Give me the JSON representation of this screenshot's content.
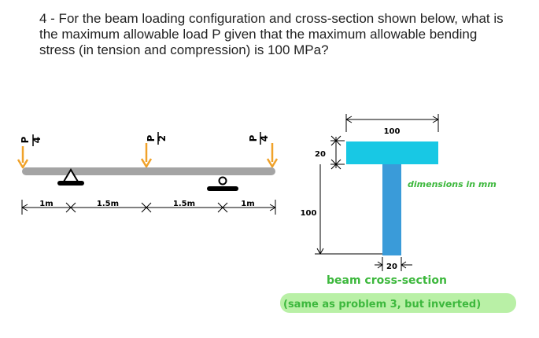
{
  "question": {
    "text": "4 - For the beam loading configuration and cross-section shown below, what is the maximum allowable load P given that the maximum allowable bending stress (in tension and compression) is 100 MPa?"
  },
  "beam": {
    "loads": [
      {
        "num": "P",
        "den": "4"
      },
      {
        "num": "P",
        "den": "2"
      },
      {
        "num": "P",
        "den": "4"
      }
    ],
    "spans": [
      "1m",
      "1.5m",
      "1.5m",
      "1m"
    ]
  },
  "section": {
    "flange_width": "100",
    "flange_thickness": "20",
    "web_height": "100",
    "web_width": "20",
    "units_note": "dimensions in mm",
    "caption": "beam cross-section",
    "note": "(same as problem 3, but inverted)"
  },
  "colors": {
    "beam": "#a4a4a4",
    "load_arrow": "#f0a22a",
    "flange": "#18c8e4",
    "web": "#3a9bd9",
    "annotation": "#3db83d",
    "highlight": "#b9f0a6"
  }
}
